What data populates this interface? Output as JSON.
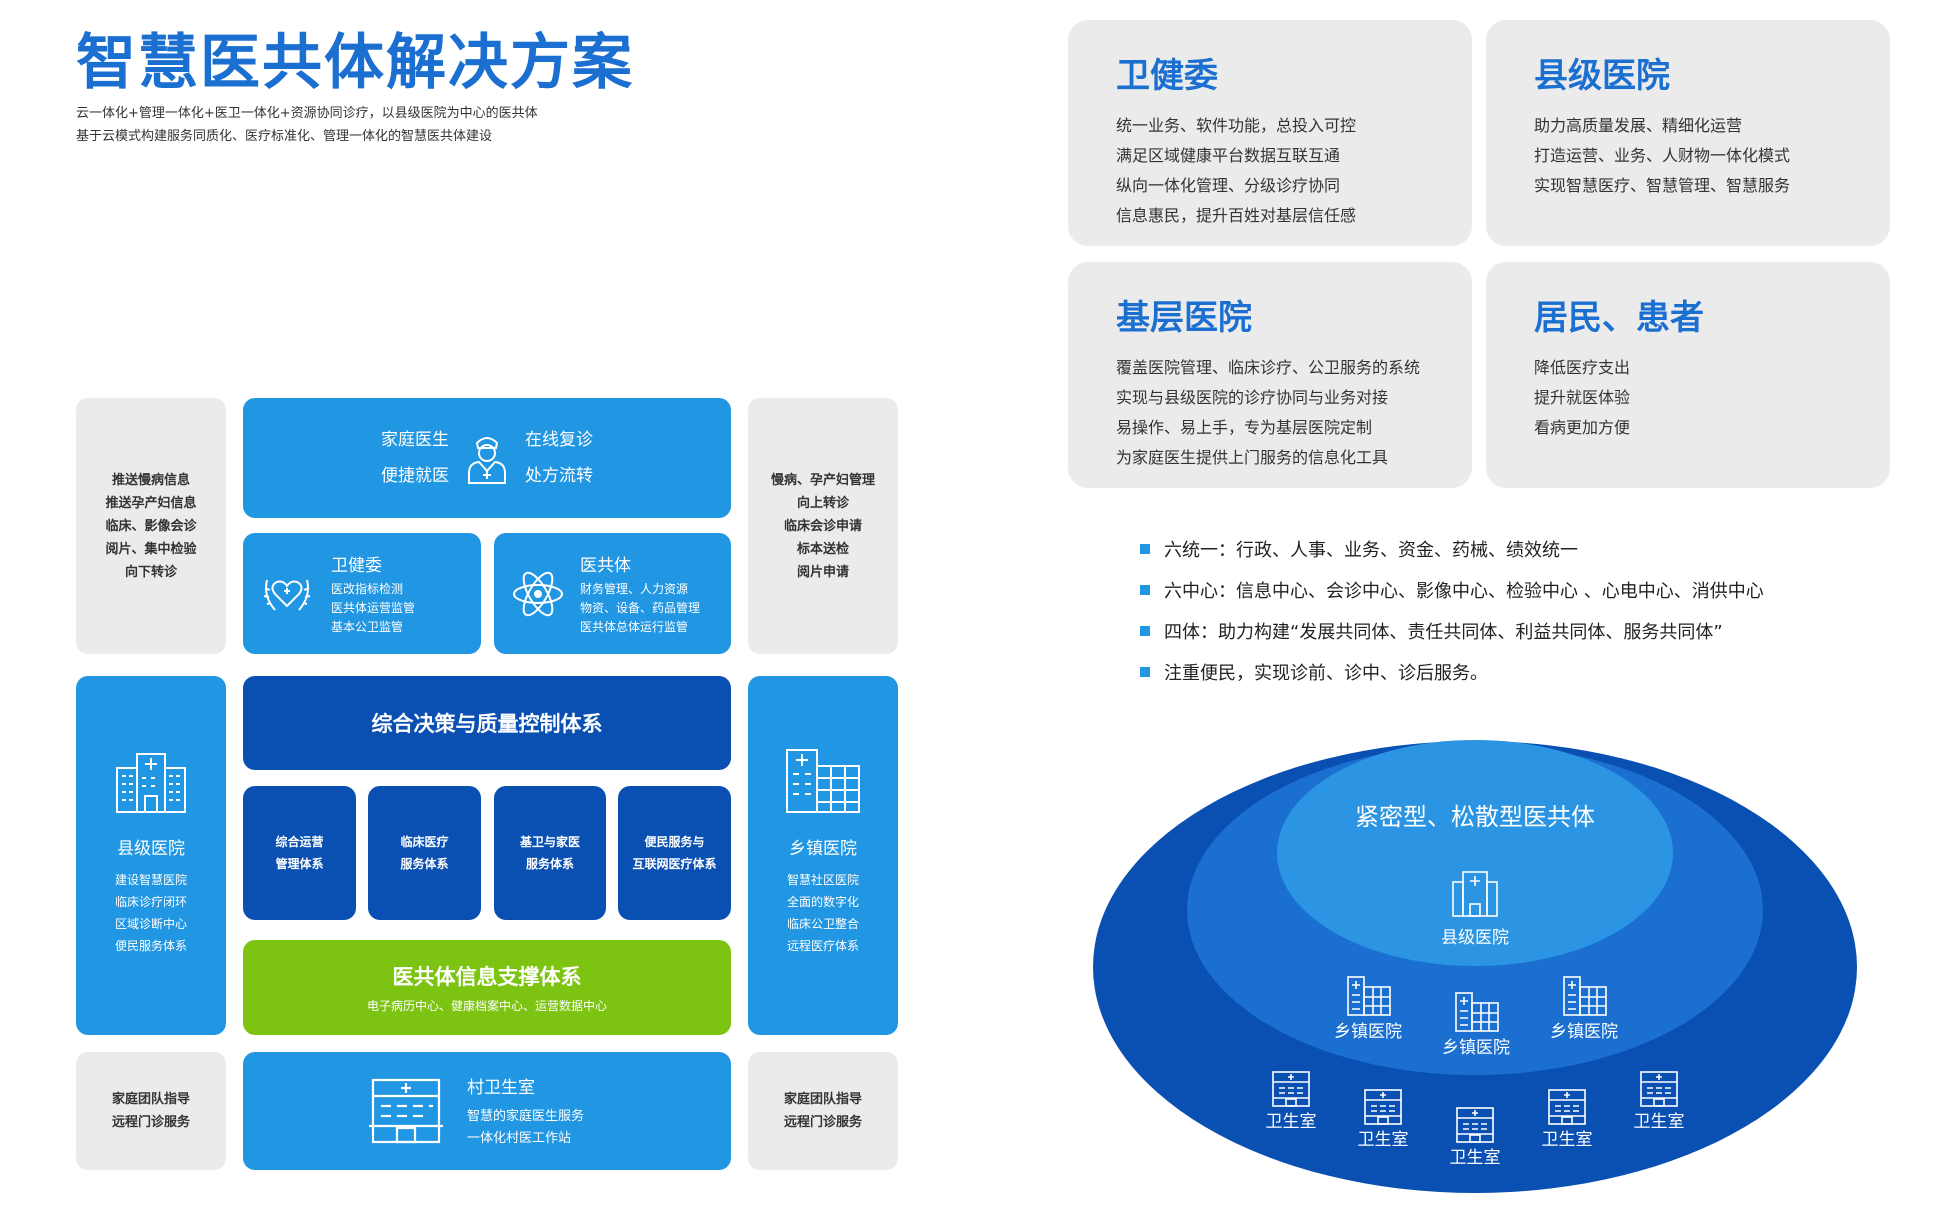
{
  "header": {
    "title": "智慧医共体解决方案",
    "sub1": "云一体化+管理一体化+医卫一体化+资源协同诊疗，以县级医院为中心的医共体",
    "sub2": "基于云模式构建服务同质化、医疗标准化、管理一体化的智慧医共体建设"
  },
  "left": {
    "gray_tl": [
      "推送慢病信息",
      "推送孕产妇信息",
      "临床、影像会诊",
      "阅片、集中检验",
      "向下转诊"
    ],
    "gray_tr": [
      "慢病、孕产妇管理",
      "向上转诊",
      "临床会诊申请",
      "标本送检",
      "阅片申请"
    ],
    "gray_bl": [
      "家庭团队指导",
      "远程门诊服务"
    ],
    "gray_br": [
      "家庭团队指导",
      "远程门诊服务"
    ],
    "top_banner": {
      "a": "家庭医生",
      "b": "便捷就医",
      "c": "在线复诊",
      "d": "处方流转"
    },
    "weijianwei": {
      "title": "卫健委",
      "lines": [
        "医改指标检测",
        "医共体运营监管",
        "基本公卫监管"
      ]
    },
    "yigongti": {
      "title": "医共体",
      "lines": [
        "财务管理、人力资源",
        "物资、设备、药品管理",
        "医共体总体运行监管"
      ]
    },
    "county": {
      "title": "县级医院",
      "lines": [
        "建设智慧医院",
        "临床诊疗闭环",
        "区域诊断中心",
        "便民服务体系"
      ]
    },
    "town": {
      "title": "乡镇医院",
      "lines": [
        "智慧社区医院",
        "全面的数字化",
        "临床公卫整合",
        "远程医疗体系"
      ]
    },
    "decision": "综合决策与质量控制体系",
    "systems": [
      [
        "综合运营",
        "管理体系"
      ],
      [
        "临床医疗",
        "服务体系"
      ],
      [
        "基卫与家医",
        "服务体系"
      ],
      [
        "便民服务与",
        "互联网医疗体系"
      ]
    ],
    "support": {
      "title": "医共体信息支撑体系",
      "sub": "电子病历中心、健康档案中心、运营数据中心"
    },
    "village": {
      "title": "村卫生室",
      "lines": [
        "智慧的家庭医生服务",
        "一体化村医工作站"
      ]
    }
  },
  "right": {
    "cards": [
      {
        "title": "卫健委",
        "lines": [
          "统一业务、软件功能，总投入可控",
          "满足区域健康平台数据互联互通",
          "纵向一体化管理、分级诊疗协同",
          "信息惠民，提升百姓对基层信任感"
        ]
      },
      {
        "title": "县级医院",
        "lines": [
          "助力高质量发展、精细化运营",
          "打造运营、业务、人财物一体化模式",
          "实现智慧医疗、智慧管理、智慧服务"
        ]
      },
      {
        "title": "基层医院",
        "lines": [
          "覆盖医院管理、临床诊疗、公卫服务的系统",
          "实现与县级医院的诊疗协同与业务对接",
          "易操作、易上手，专为基层医院定制",
          "为家庭医生提供上门服务的信息化工具"
        ]
      },
      {
        "title": "居民、患者",
        "lines": [
          "降低医疗支出",
          "提升就医体验",
          "看病更加方便"
        ]
      }
    ],
    "bullets": [
      "六统一：行政、人事、业务、资金、药械、绩效统一",
      "六中心：信息中心、会诊中心、影像中心、检验中心 、心电中心、消供中心",
      "四体：助力构建“发展共同体、责任共同体、利益共同体、服务共同体”",
      "注重便民，实现诊前、诊中、诊后服务。"
    ],
    "ellipse": {
      "title": "紧密型、松散型医共体",
      "county": "县级医院",
      "town": "乡镇医院",
      "clinic": "卫生室"
    }
  },
  "colors": {
    "blue": "#2196e3",
    "dark_blue": "#0a4fb2",
    "green": "#7cc312",
    "gray": "#ebebeb",
    "title_blue": "#1a6fd0"
  }
}
